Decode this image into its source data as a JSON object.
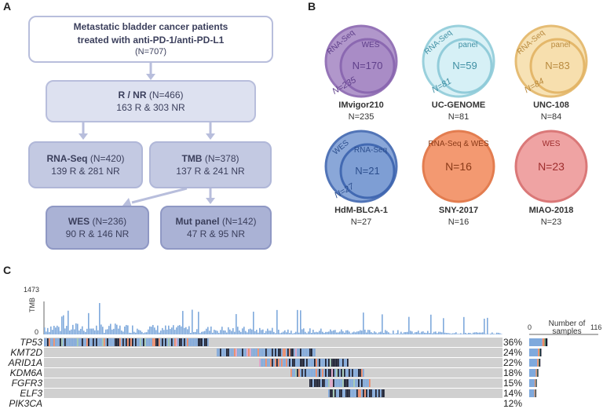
{
  "panel_labels": {
    "a": "A",
    "b": "B",
    "c": "C"
  },
  "flow": {
    "top": {
      "line1": "Metastatic bladder cancer patients",
      "line2": "treated with anti-PD-1/anti-PD-L1",
      "line3": "(N=707)"
    },
    "rnr": {
      "bold": "R / NR",
      "rest": " (N=466)",
      "line2": "163 R & 303 NR"
    },
    "rnaseq": {
      "bold": "RNA-Seq",
      "rest": " (N=420)",
      "line2": "139 R & 281 NR"
    },
    "tmb": {
      "bold": "TMB",
      "rest": " (N=378)",
      "line2": "137 R & 241 NR"
    },
    "wes": {
      "bold": "WES",
      "rest": " (N=236)",
      "line2": "90 R & 146 NR"
    },
    "mutpanel": {
      "bold": "Mut panel",
      "rest": " (N=142)",
      "line2": "47 R & 95 NR"
    }
  },
  "cohorts": [
    {
      "name": "IMvigor210",
      "n_label": "N=235",
      "outer_label": "RNA-Seq",
      "inner_label": "WES",
      "inner_n": "N=170",
      "outer_n": "N=235",
      "color": "#a98cc6",
      "stroke": "#8a66b0",
      "text": "#5f3f8a"
    },
    {
      "name": "UC-GENOME",
      "n_label": "N=81",
      "outer_label": "RNA-Seq",
      "inner_label": "panel",
      "inner_n": "N=59",
      "outer_n": "N=81",
      "color": "#d6f0f6",
      "stroke": "#8fcbd9",
      "text": "#3f8fa3"
    },
    {
      "name": "UNC-108",
      "n_label": "N=84",
      "outer_label": "RNA-Seq",
      "inner_label": "panel",
      "inner_n": "N=83",
      "outer_n": "N=84",
      "color": "#f7dfae",
      "stroke": "#e3b566",
      "text": "#b98a3e"
    },
    {
      "name": "HdM-BLCA-1",
      "n_label": "N=27",
      "outer_label": "WES",
      "inner_label": "RNA-Seq",
      "inner_n": "N=21",
      "outer_n": "N=27",
      "color": "#7e9ed4",
      "stroke": "#3f66b0",
      "text": "#2d4f8e"
    },
    {
      "name": "SNY-2017",
      "n_label": "N=16",
      "outer_label": "RNA-Seq & WES",
      "inner_label": "",
      "inner_n": "N=16",
      "outer_n": "",
      "color": "#f28e62",
      "stroke": "#e0703e",
      "text": "#8a3a18"
    },
    {
      "name": "MIAO-2018",
      "n_label": "N=23",
      "outer_label": "WES",
      "inner_label": "",
      "inner_n": "N=23",
      "outer_n": "",
      "color": "#ee9a9a",
      "stroke": "#d76a6a",
      "text": "#9e2d2d"
    }
  ],
  "oncoprint": {
    "tmb_label": "TMB",
    "tmb_max": "1473",
    "tmb_min": "0",
    "count_axis_min": "0",
    "count_axis_max": "116",
    "count_axis_title_1": "Number of",
    "count_axis_title_2": "samples",
    "genes": [
      {
        "name": "TP53",
        "pct": "36%"
      },
      {
        "name": "KMT2D",
        "pct": "24%"
      },
      {
        "name": "ARID1A",
        "pct": "22%"
      },
      {
        "name": "KDM6A",
        "pct": "18%"
      },
      {
        "name": "FGFR3",
        "pct": "15%"
      },
      {
        "name": "ELF3",
        "pct": "14%"
      },
      {
        "name": "PIK3CA",
        "pct": "12%"
      }
    ],
    "colors": {
      "bg": "#d0d0d0",
      "missense": "#7fa9dc",
      "truncating": "#151a2e",
      "frameshift": "#ef8a67",
      "inframe": "#9fc9b2",
      "splice": "#e0a4c8",
      "other": "#5aa37a"
    }
  }
}
